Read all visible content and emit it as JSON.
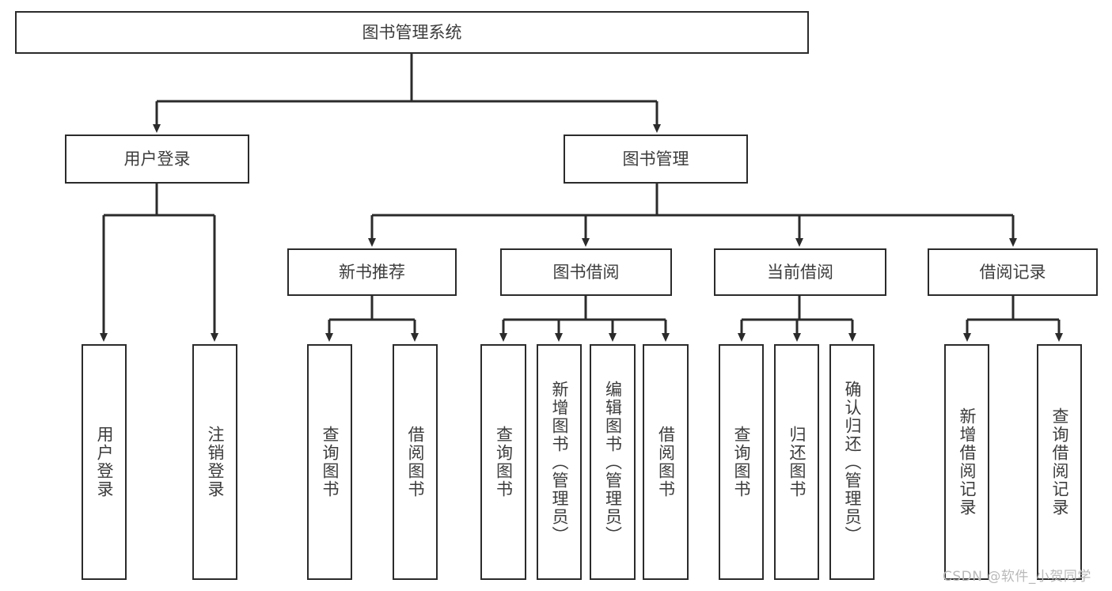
{
  "diagram": {
    "title": "图书管理系统",
    "type": "tree",
    "orientation": "top-down",
    "root": {
      "label": "图书管理系统"
    },
    "level2": [
      {
        "label": "用户登录"
      },
      {
        "label": "图书管理"
      }
    ],
    "level3": [
      {
        "label": "新书推荐"
      },
      {
        "label": "图书借阅"
      },
      {
        "label": "当前借阅"
      },
      {
        "label": "借阅记录"
      }
    ],
    "leaves": {
      "user_login": [
        {
          "label": "用户登录"
        },
        {
          "label": "注销登录"
        }
      ],
      "new_book_recommend": [
        {
          "label": "查询图书"
        },
        {
          "label": "借阅图书"
        }
      ],
      "book_borrow": [
        {
          "label": "查询图书"
        },
        {
          "label": "新增图书（管理员）"
        },
        {
          "label": "编辑图书（管理员）"
        },
        {
          "label": "借阅图书"
        }
      ],
      "current_borrow": [
        {
          "label": "查询图书"
        },
        {
          "label": "归还图书"
        },
        {
          "label": "确认归还（管理员）"
        }
      ],
      "borrow_record": [
        {
          "label": "新增借阅记录"
        },
        {
          "label": "查询借阅记录"
        }
      ]
    },
    "colors": {
      "border": "#2b2b2b",
      "text": "#3c3c3c",
      "background": "#ffffff",
      "edge": "#2b2b2b",
      "watermark": "#b9b9b9"
    }
  },
  "watermark": {
    "text": "CSDN @软件_小贺同学"
  }
}
